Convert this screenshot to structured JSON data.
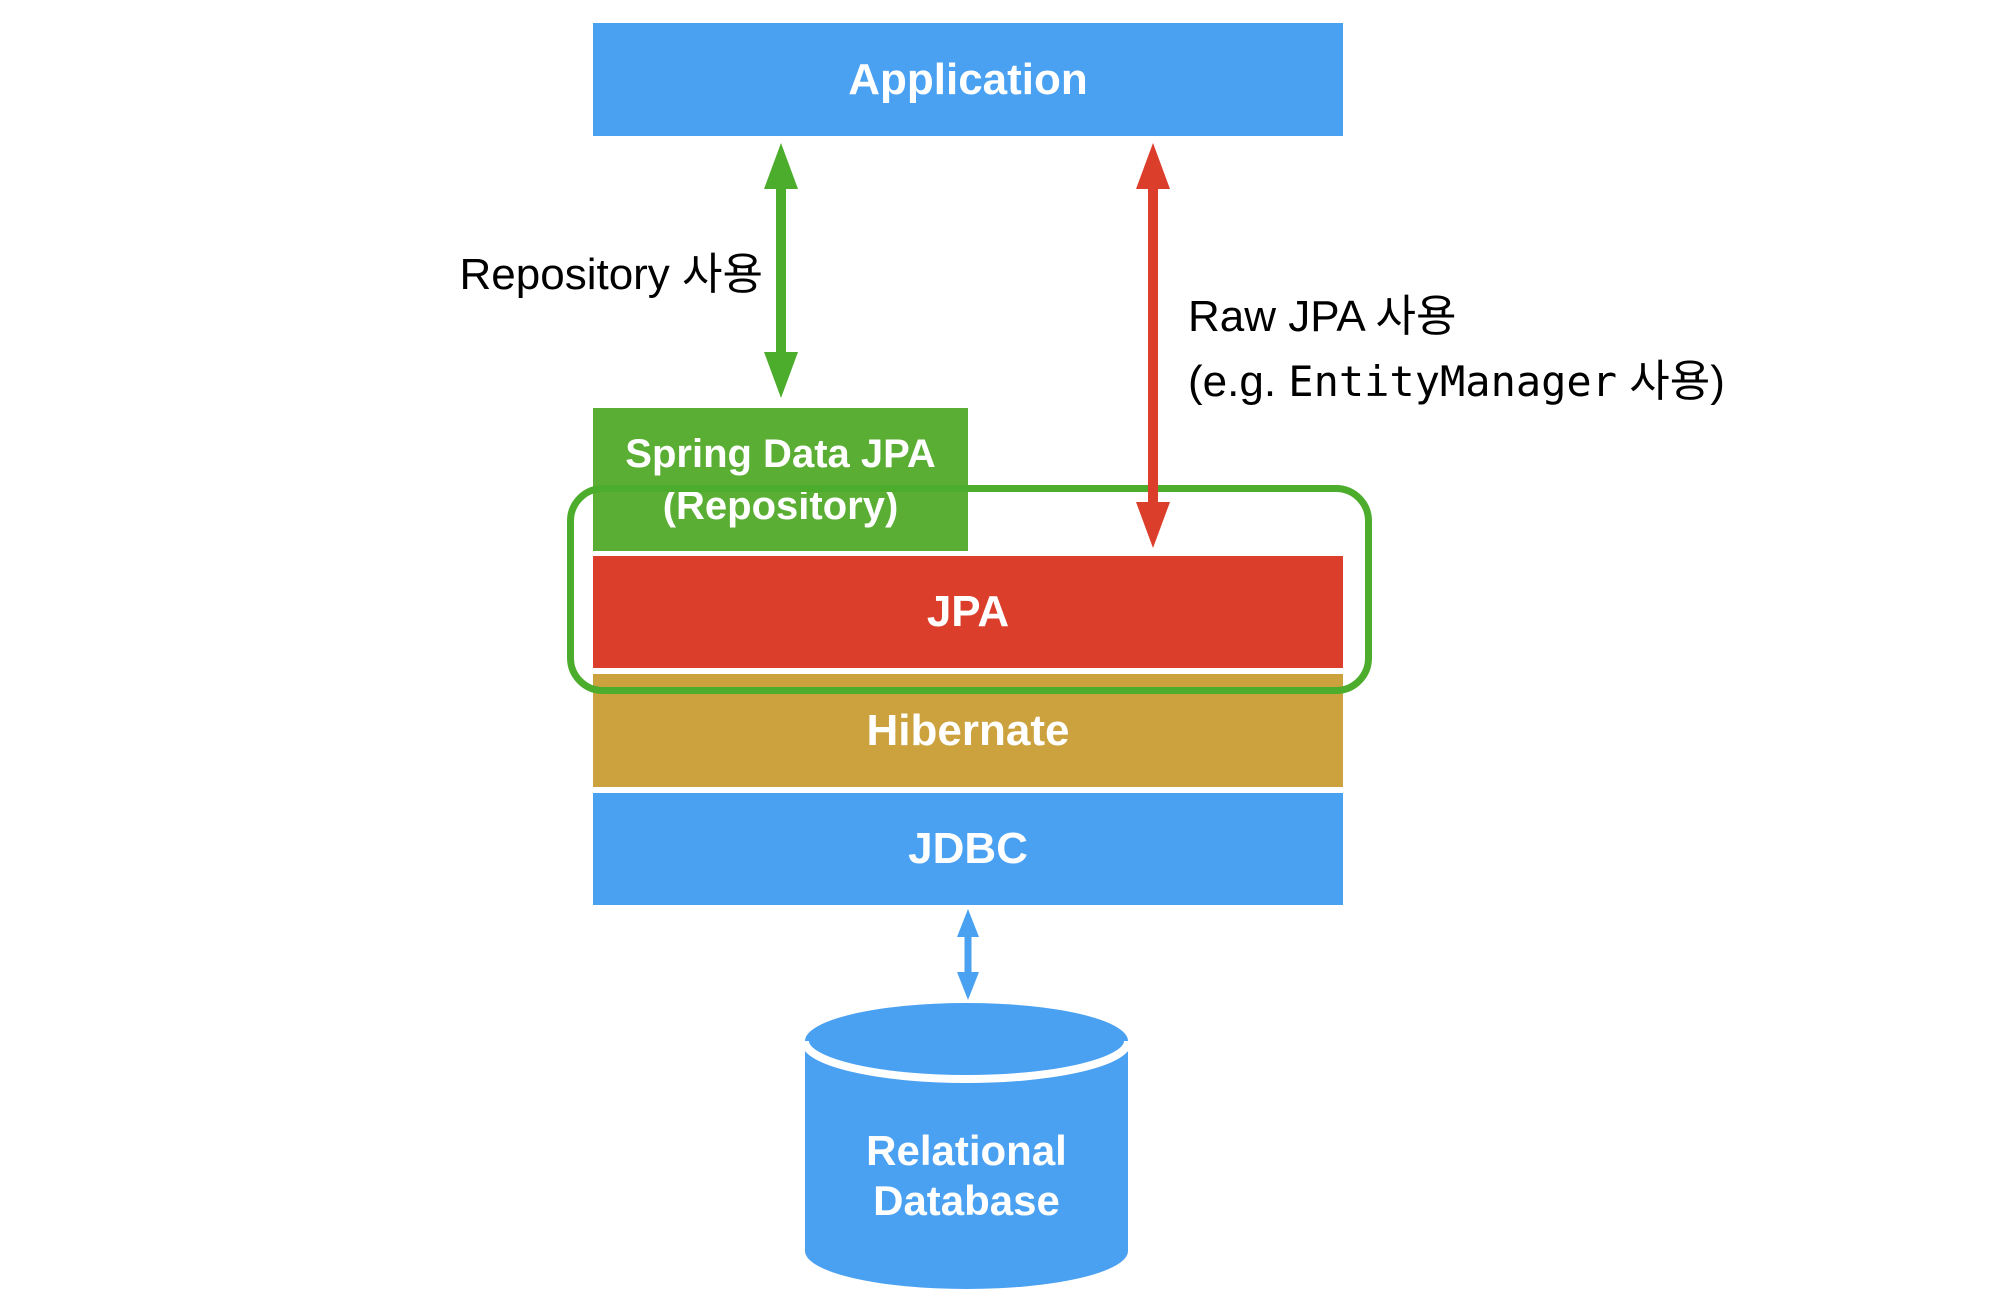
{
  "diagram": {
    "boxes": {
      "application": {
        "label": "Application"
      },
      "spring_data_jpa": {
        "line1": "Spring Data JPA",
        "line2": "(Repository)"
      },
      "jpa": {
        "label": "JPA"
      },
      "hibernate": {
        "label": "Hibernate"
      },
      "jdbc": {
        "label": "JDBC"
      },
      "database": {
        "line1": "Relational",
        "line2": "Database"
      }
    },
    "annotations": {
      "repository_usage": "Repository 사용",
      "raw_jpa_line1": "Raw JPA 사용",
      "raw_jpa_line2_prefix": "(e.g. ",
      "raw_jpa_line2_code": "EntityManager",
      "raw_jpa_line2_suffix": " 사용)"
    },
    "colors": {
      "layer_blue": "#4AA1F1",
      "box_green": "#5AAE34",
      "line_green": "#4BAD2B",
      "box_red": "#DC3E2C",
      "box_gold": "#CCA23E",
      "label_black": "#000000",
      "label_white": "#FFFFFF",
      "background": "#FFFFFF"
    }
  }
}
